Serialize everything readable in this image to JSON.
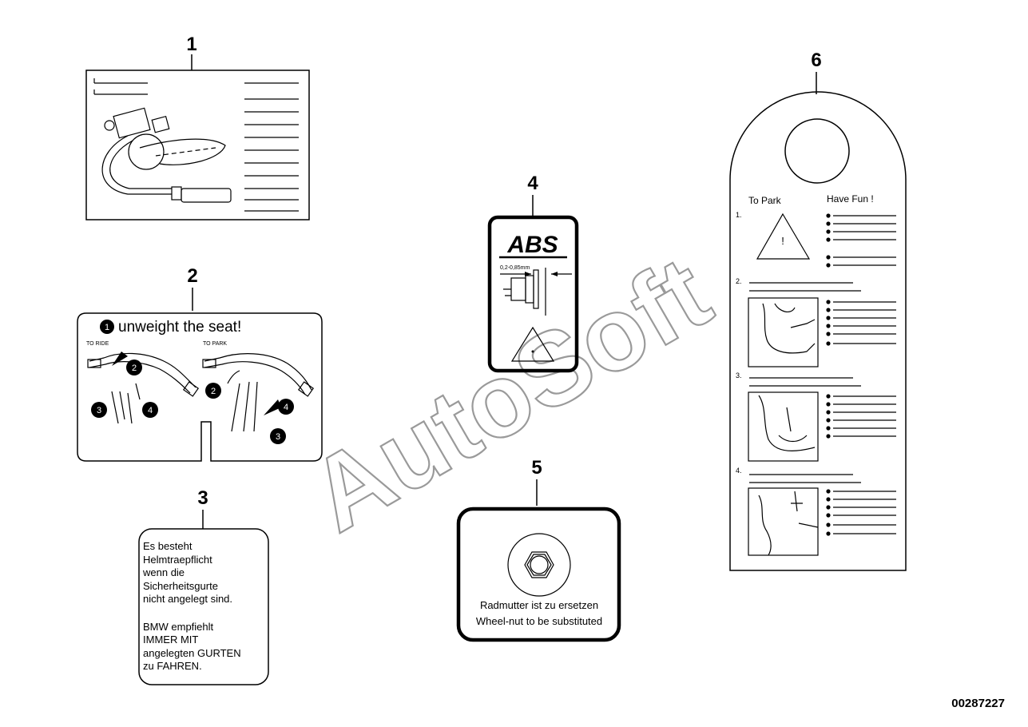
{
  "watermark": "AutoSoft",
  "document_id": "00287227",
  "parts": [
    {
      "number": "1"
    },
    {
      "number": "2"
    },
    {
      "number": "3"
    },
    {
      "number": "4"
    },
    {
      "number": "5"
    },
    {
      "number": "6"
    }
  ],
  "label2": {
    "headline": "unweight the seat!",
    "step_badges": [
      "1",
      "2",
      "3",
      "4"
    ],
    "left_caption": "TO RIDE",
    "right_caption": "TO PARK"
  },
  "label3": {
    "lines_de": [
      "Es besteht",
      "Helmtraepflicht",
      "wenn die",
      "Sicherheitsgurte",
      "nicht angelegt sind."
    ],
    "lines_note": [
      "BMW empfiehlt",
      "IMMER MIT",
      "angelegten GURTEN",
      "zu FAHREN."
    ]
  },
  "label4": {
    "logo_text": "ABS",
    "dimension_text": "0,2-0,85mm"
  },
  "label5": {
    "text_de": "Radmutter ist zu ersetzen",
    "text_en": "Wheel-nut to be substituted"
  },
  "label6": {
    "left_heading": "To Park",
    "right_heading": "Have Fun !",
    "step_numbers": [
      "1.",
      "2.",
      "3.",
      "4."
    ],
    "warning_symbol": "!"
  }
}
